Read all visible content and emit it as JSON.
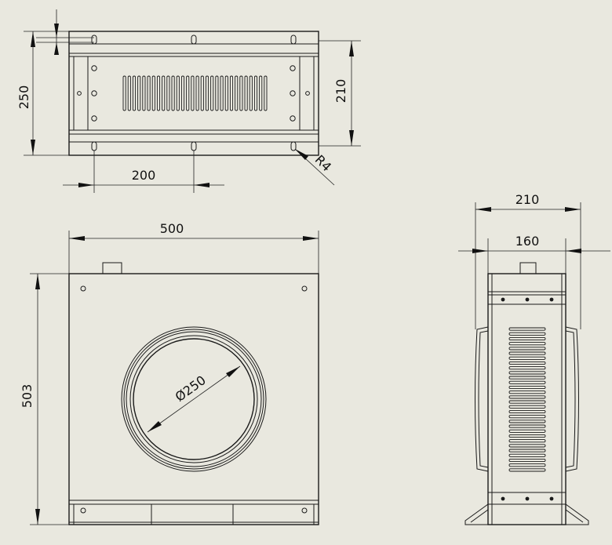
{
  "dimensions": {
    "top_height": "250",
    "top_inner": "210",
    "top_pitch": "200",
    "radius": "R4",
    "front_width": "500",
    "front_height": "503",
    "diameter": "Ø250",
    "side_width": "210",
    "side_inner": "160"
  },
  "colors": {
    "background": "#e9e8df",
    "line": "#1a1a1a"
  }
}
